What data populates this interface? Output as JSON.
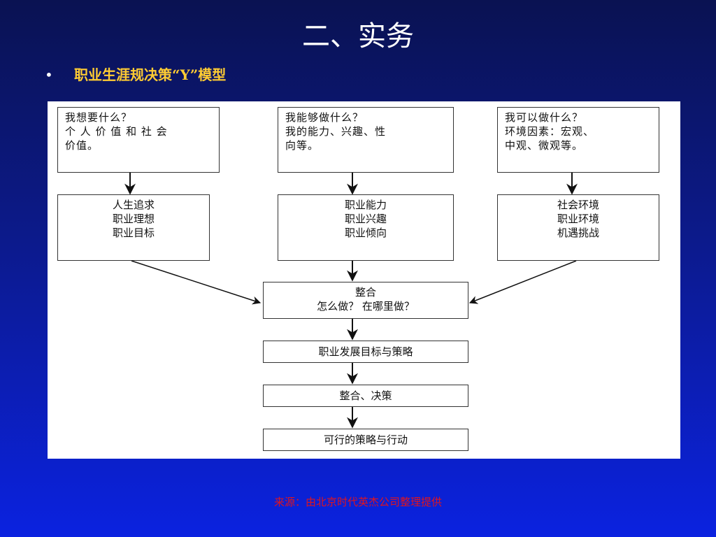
{
  "slide": {
    "title": "二、实务",
    "bullet_marker": "•",
    "bullet_text": "职业生涯规决策“Y”模型",
    "source": "来源：由北京时代英杰公司整理提供"
  },
  "diagram": {
    "top": [
      {
        "lines": [
          "我想要什么？",
          "个 人 价 值 和 社 会",
          "价值。"
        ]
      },
      {
        "lines": [
          "我能够做什么？",
          "我的能力、兴趣、性",
          "向等。"
        ]
      },
      {
        "lines": [
          "我可以做什么？",
          "环境因素：宏观、",
          "中观、微观等。"
        ]
      }
    ],
    "middle": [
      {
        "lines": [
          "人生追求",
          "职业理想",
          "职业目标"
        ]
      },
      {
        "lines": [
          "职业能力",
          "职业兴趣",
          "职业倾向"
        ]
      },
      {
        "lines": [
          "社会环境",
          "职业环境",
          "机遇挑战"
        ]
      }
    ],
    "integrate": {
      "lines": [
        "整合",
        "怎么做？ 在哪里做？"
      ]
    },
    "steps": [
      "职业发展目标与策略",
      "整合、决策",
      "可行的策略与行动"
    ]
  }
}
